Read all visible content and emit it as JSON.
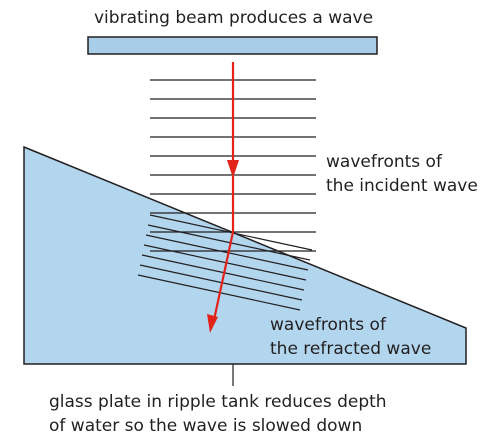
{
  "labels": {
    "beam": "vibrating beam produces a wave",
    "incident": [
      "wavefronts of",
      "the incident wave"
    ],
    "refracted": [
      "wavefronts of",
      "the refracted wave"
    ],
    "plate": [
      "glass plate in ripple tank reduces depth",
      "of water so the wave is slowed down"
    ]
  },
  "colors": {
    "beam_fill": "#a8cde8",
    "plate_fill": "#b3d6ef",
    "outline": "#231f20",
    "ray": "#e2231a"
  }
}
